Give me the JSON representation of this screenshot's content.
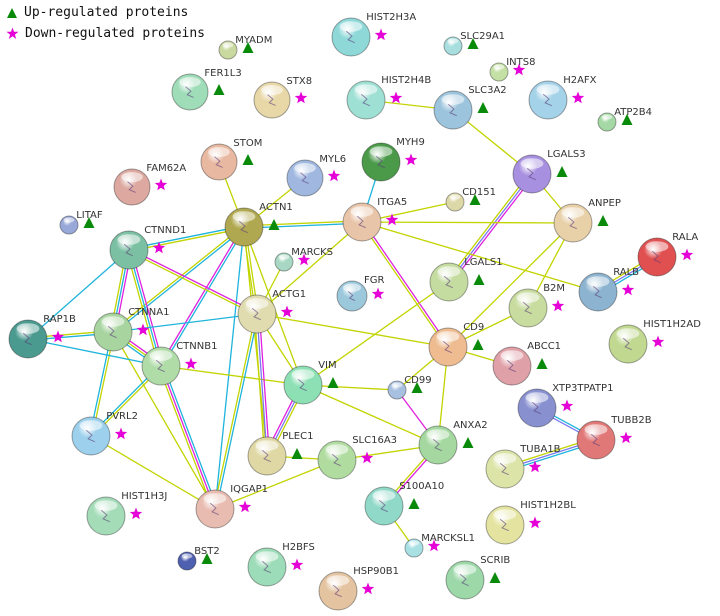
{
  "legend": {
    "up_label": "Up-regulated proteins",
    "down_label": "Down-regulated proteins"
  },
  "colors": {
    "up": "#0a8a0a",
    "down": "#e600d8",
    "textmining": "#c2d400",
    "experiments": "#1fb4dc",
    "database": "#e020e0",
    "coexpression": "#7a7af0"
  },
  "nodes": [
    {
      "name": "MYADM",
      "reg": "up",
      "color": "#c9d9a0"
    },
    {
      "name": "FER1L3",
      "reg": "up",
      "color": "#9fdcb8"
    },
    {
      "name": "STX8",
      "reg": "down",
      "color": "#e8d8a8"
    },
    {
      "name": "HIST2H3A",
      "reg": "down",
      "color": "#8fd8d8"
    },
    {
      "name": "SLC29A1",
      "reg": "up",
      "color": "#a8dede"
    },
    {
      "name": "INTS8",
      "reg": "down",
      "color": "#c4e0a4"
    },
    {
      "name": "HIST2H4B",
      "reg": "down",
      "color": "#9ee0d4"
    },
    {
      "name": "SLC3A2",
      "reg": "up",
      "color": "#9cc4dc"
    },
    {
      "name": "H2AFX",
      "reg": "down",
      "color": "#a4d2e8"
    },
    {
      "name": "ATP2B4",
      "reg": "up",
      "color": "#a4d8a4"
    },
    {
      "name": "STOM",
      "reg": "up",
      "color": "#e8b8a0"
    },
    {
      "name": "MYL6",
      "reg": "down",
      "color": "#a0b8e0"
    },
    {
      "name": "MYH9",
      "reg": "down",
      "color": "#4a9a4a"
    },
    {
      "name": "FAM62A",
      "reg": "down",
      "color": "#dca8a0"
    },
    {
      "name": "LGALS3",
      "reg": "up",
      "color": "#a890e0"
    },
    {
      "name": "CD151",
      "reg": "up",
      "color": "#ddd8a8"
    },
    {
      "name": "ITGA5",
      "reg": "down",
      "color": "#e8c4a8"
    },
    {
      "name": "ANPEP",
      "reg": "up",
      "color": "#e8d0a8"
    },
    {
      "name": "LITAF",
      "reg": "up",
      "color": "#98a8d8"
    },
    {
      "name": "ACTN1",
      "reg": "up",
      "color": "#b0a850"
    },
    {
      "name": "CTNND1",
      "reg": "down",
      "color": "#7cc0a4"
    },
    {
      "name": "MARCKS",
      "reg": "down",
      "color": "#a8d8c4"
    },
    {
      "name": "RALA",
      "reg": "down",
      "color": "#e05050"
    },
    {
      "name": "FGR",
      "reg": "down",
      "color": "#9cc8dc"
    },
    {
      "name": "LGALS1",
      "reg": "up",
      "color": "#c4dca0"
    },
    {
      "name": "RALB",
      "reg": "down",
      "color": "#8cb4d0"
    },
    {
      "name": "B2M",
      "reg": "down",
      "color": "#c8dca0"
    },
    {
      "name": "ACTG1",
      "reg": "down",
      "color": "#e0dcb0"
    },
    {
      "name": "RAP1B",
      "reg": "down",
      "color": "#4a9a90"
    },
    {
      "name": "CTNNA1",
      "reg": "down",
      "color": "#a8d4a0"
    },
    {
      "name": "HIST1H2AD",
      "reg": "down",
      "color": "#c0d890"
    },
    {
      "name": "CD9",
      "reg": "up",
      "color": "#eebc90"
    },
    {
      "name": "ABCC1",
      "reg": "up",
      "color": "#e0a0a8"
    },
    {
      "name": "CTNNB1",
      "reg": "down",
      "color": "#b0dca8"
    },
    {
      "name": "VIM",
      "reg": "up",
      "color": "#8ce0b4"
    },
    {
      "name": "CD99",
      "reg": "up",
      "color": "#a8c0e0"
    },
    {
      "name": "PVRL2",
      "reg": "down",
      "color": "#9cd0ec"
    },
    {
      "name": "XTP3TPATP1",
      "reg": "down",
      "color": "#8890d0"
    },
    {
      "name": "TUBB2B",
      "reg": "down",
      "color": "#e07878"
    },
    {
      "name": "PLEC1",
      "reg": "up",
      "color": "#e0d8a4"
    },
    {
      "name": "SLC16A3",
      "reg": "down",
      "color": "#b0dca0"
    },
    {
      "name": "ANXA2",
      "reg": "up",
      "color": "#a4d8a0"
    },
    {
      "name": "TUBA1B",
      "reg": "down",
      "color": "#dce4a8"
    },
    {
      "name": "IQGAP1",
      "reg": "down",
      "color": "#e8bcb0"
    },
    {
      "name": "HIST1H3J",
      "reg": "down",
      "color": "#a4dcb8"
    },
    {
      "name": "S100A10",
      "reg": "up",
      "color": "#90d8c8"
    },
    {
      "name": "HIST1H2BL",
      "reg": "down",
      "color": "#e4e4a0"
    },
    {
      "name": "BST2",
      "reg": "up",
      "color": "#5060b0"
    },
    {
      "name": "H2BFS",
      "reg": "down",
      "color": "#9cdcb8"
    },
    {
      "name": "MARCKSL1",
      "reg": "down",
      "color": "#a8e0e4"
    },
    {
      "name": "HSP90B1",
      "reg": "down",
      "color": "#e4c4a0"
    },
    {
      "name": "SCRIB",
      "reg": "up",
      "color": "#9cd8a8"
    }
  ],
  "edges": [
    [
      "STOM",
      "ACTN1",
      "y"
    ],
    [
      "MYL6",
      "ACTN1",
      "y"
    ],
    [
      "MYH9",
      "ITGA5",
      "c"
    ],
    [
      "ACTN1",
      "ITGA5",
      "yc"
    ],
    [
      "ACTN1",
      "CTNND1",
      "yc"
    ],
    [
      "ACTN1",
      "CTNNA1",
      "cy"
    ],
    [
      "ACTN1",
      "CTNNB1",
      "cm"
    ],
    [
      "ACTN1",
      "ACTG1",
      "yy"
    ],
    [
      "ACTN1",
      "VIM",
      "y"
    ],
    [
      "ACTN1",
      "IQGAP1",
      "c"
    ],
    [
      "ACTN1",
      "PLEC1",
      "y"
    ],
    [
      "HIST2H4B",
      "SLC3A2",
      "y"
    ],
    [
      "SLC3A2",
      "LGALS3",
      "y"
    ],
    [
      "LGALS3",
      "LGALS1",
      "mby"
    ],
    [
      "LGALS3",
      "ANPEP",
      "y"
    ],
    [
      "ITGA5",
      "CD151",
      "y"
    ],
    [
      "ITGA5",
      "ANPEP",
      "y"
    ],
    [
      "ITGA5",
      "RALB",
      "y"
    ],
    [
      "ITGA5",
      "CD9",
      "my"
    ],
    [
      "ITGA5",
      "ACTG1",
      "y"
    ],
    [
      "ANPEP",
      "B2M",
      "y"
    ],
    [
      "ANPEP",
      "CD9",
      "y"
    ],
    [
      "RALA",
      "RALB",
      "cby"
    ],
    [
      "LGALS1",
      "VIM",
      "y"
    ],
    [
      "B2M",
      "CD9",
      "y"
    ],
    [
      "CD9",
      "ABCC1",
      "y"
    ],
    [
      "CD9",
      "CD99",
      "y"
    ],
    [
      "CD9",
      "ANXA2",
      "y"
    ],
    [
      "CD9",
      "ACTG1",
      "y"
    ],
    [
      "CD99",
      "VIM",
      "y"
    ],
    [
      "CD99",
      "ANXA2",
      "m"
    ],
    [
      "ANXA2",
      "VIM",
      "y"
    ],
    [
      "ANXA2",
      "SLC16A3",
      "y"
    ],
    [
      "ANXA2",
      "S100A10",
      "my"
    ],
    [
      "S100A10",
      "MARCKSL1",
      "y"
    ],
    [
      "XTP3TPATP1",
      "TUBB2B",
      "cb"
    ],
    [
      "TUBA1B",
      "TUBB2B",
      "ybc"
    ],
    [
      "CTNND1",
      "CTNNA1",
      "mcy"
    ],
    [
      "CTNND1",
      "CTNNB1",
      "mcy"
    ],
    [
      "CTNND1",
      "RAP1B",
      "c"
    ],
    [
      "CTNND1",
      "ACTG1",
      "my"
    ],
    [
      "CTNNA1",
      "CTNNB1",
      "myc"
    ],
    [
      "CTNNA1",
      "RAP1B",
      "cy"
    ],
    [
      "CTNNA1",
      "ACTG1",
      "c"
    ],
    [
      "CTNNA1",
      "PVRL2",
      "yc"
    ],
    [
      "CTNNA1",
      "IQGAP1",
      "y"
    ],
    [
      "CTNNB1",
      "IQGAP1",
      "cmy"
    ],
    [
      "CTNNB1",
      "PVRL2",
      "yc"
    ],
    [
      "CTNNB1",
      "VIM",
      "y"
    ],
    [
      "CTNNB1",
      "RAP1B",
      "c"
    ],
    [
      "ACTG1",
      "VIM",
      "y"
    ],
    [
      "ACTG1",
      "PLEC1",
      "mby"
    ],
    [
      "ACTG1",
      "IQGAP1",
      "cy"
    ],
    [
      "ACTG1",
      "MARCKS",
      "y"
    ],
    [
      "VIM",
      "PLEC1",
      "ybm"
    ],
    [
      "PLEC1",
      "SLC16A3",
      "y"
    ],
    [
      "SLC16A3",
      "IQGAP1",
      "y"
    ],
    [
      "PVRL2",
      "IQGAP1",
      "y"
    ]
  ]
}
